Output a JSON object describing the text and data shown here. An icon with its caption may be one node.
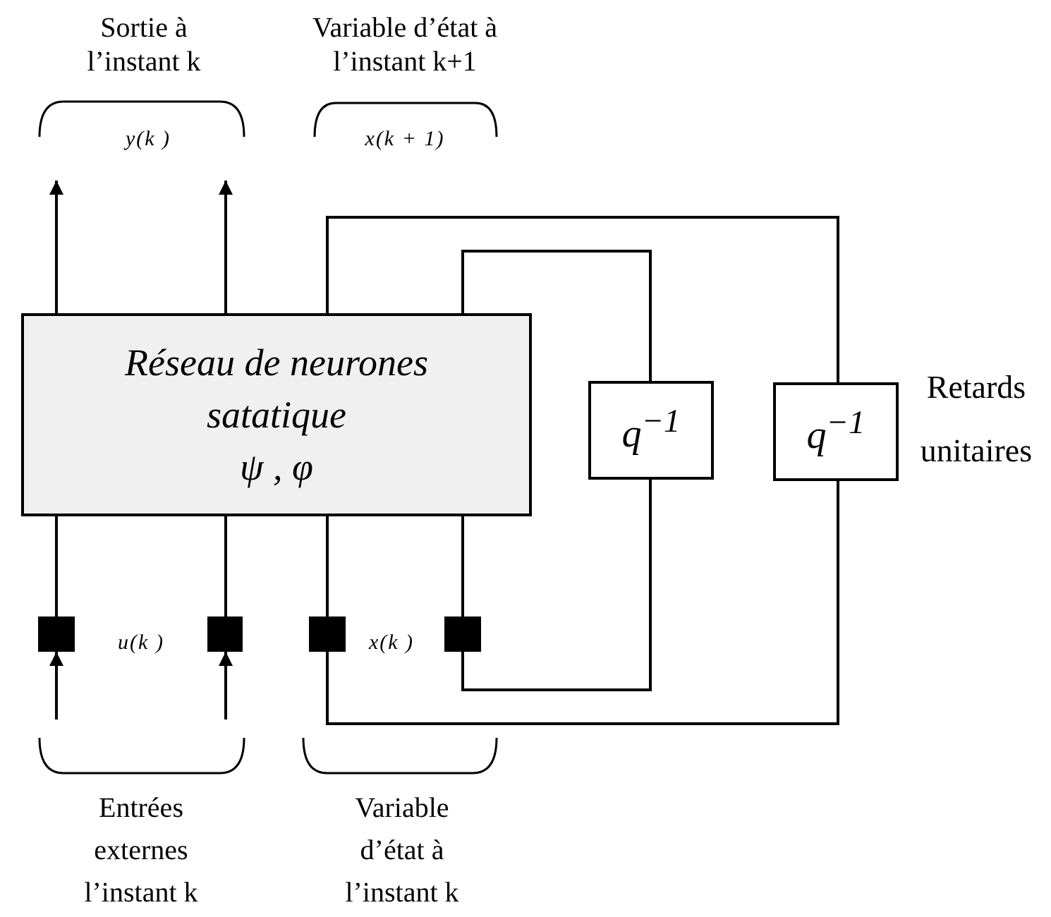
{
  "diagram": {
    "nodes": [
      {
        "text": [
          "Réseau de neurones satatique",
          "ψ , φ"
        ]
      },
      {
        "text": [
          "q$^{−1}$"
        ]
      },
      {
        "text": [
          "q$^{−1}$"
        ],
        "beside": [
          "Retards unitaires"
        ]
      },
      {
        "text": [],
        "shape": "box"
      },
      {
        "text": [],
        "shape": "box"
      },
      {
        "text": [],
        "shape": "box"
      },
      {
        "text": [],
        "shape": "box"
      }
    ],
    "edges": [
      {
        "from": 0,
        "to": null,
        "arrow": "to"
      },
      {
        "from": 0,
        "to": null,
        "arrow": "to"
      },
      {
        "from": 0,
        "to": 1,
        "arrow": "none"
      },
      {
        "from": 0,
        "to": 2,
        "arrow": "none"
      },
      {
        "from": 1,
        "to": 6,
        "arrow": "none"
      },
      {
        "from": 2,
        "to": 5,
        "arrow": "none"
      },
      {
        "from": 3,
        "to": 0,
        "arrow": "none"
      },
      {
        "from": 4,
        "to": 0,
        "arrow": "none"
      },
      {
        "from": 5,
        "to": 0,
        "arrow": "none"
      },
      {
        "from": 6,
        "to": 0,
        "arrow": "none"
      },
      {
        "from": null,
        "to": 3,
        "arrow": "to"
      },
      {
        "from": null,
        "to": 4,
        "arrow": "to"
      }
    ],
    "labels": [
      "Sortie à l’instant k",
      "Variable d’état à l’instant k+1",
      "y(k )",
      "x(k + 1)",
      "u(k )",
      "x(k )",
      "Entrées externes l’instant k",
      "Variable d’état à l’instant k"
    ]
  }
}
